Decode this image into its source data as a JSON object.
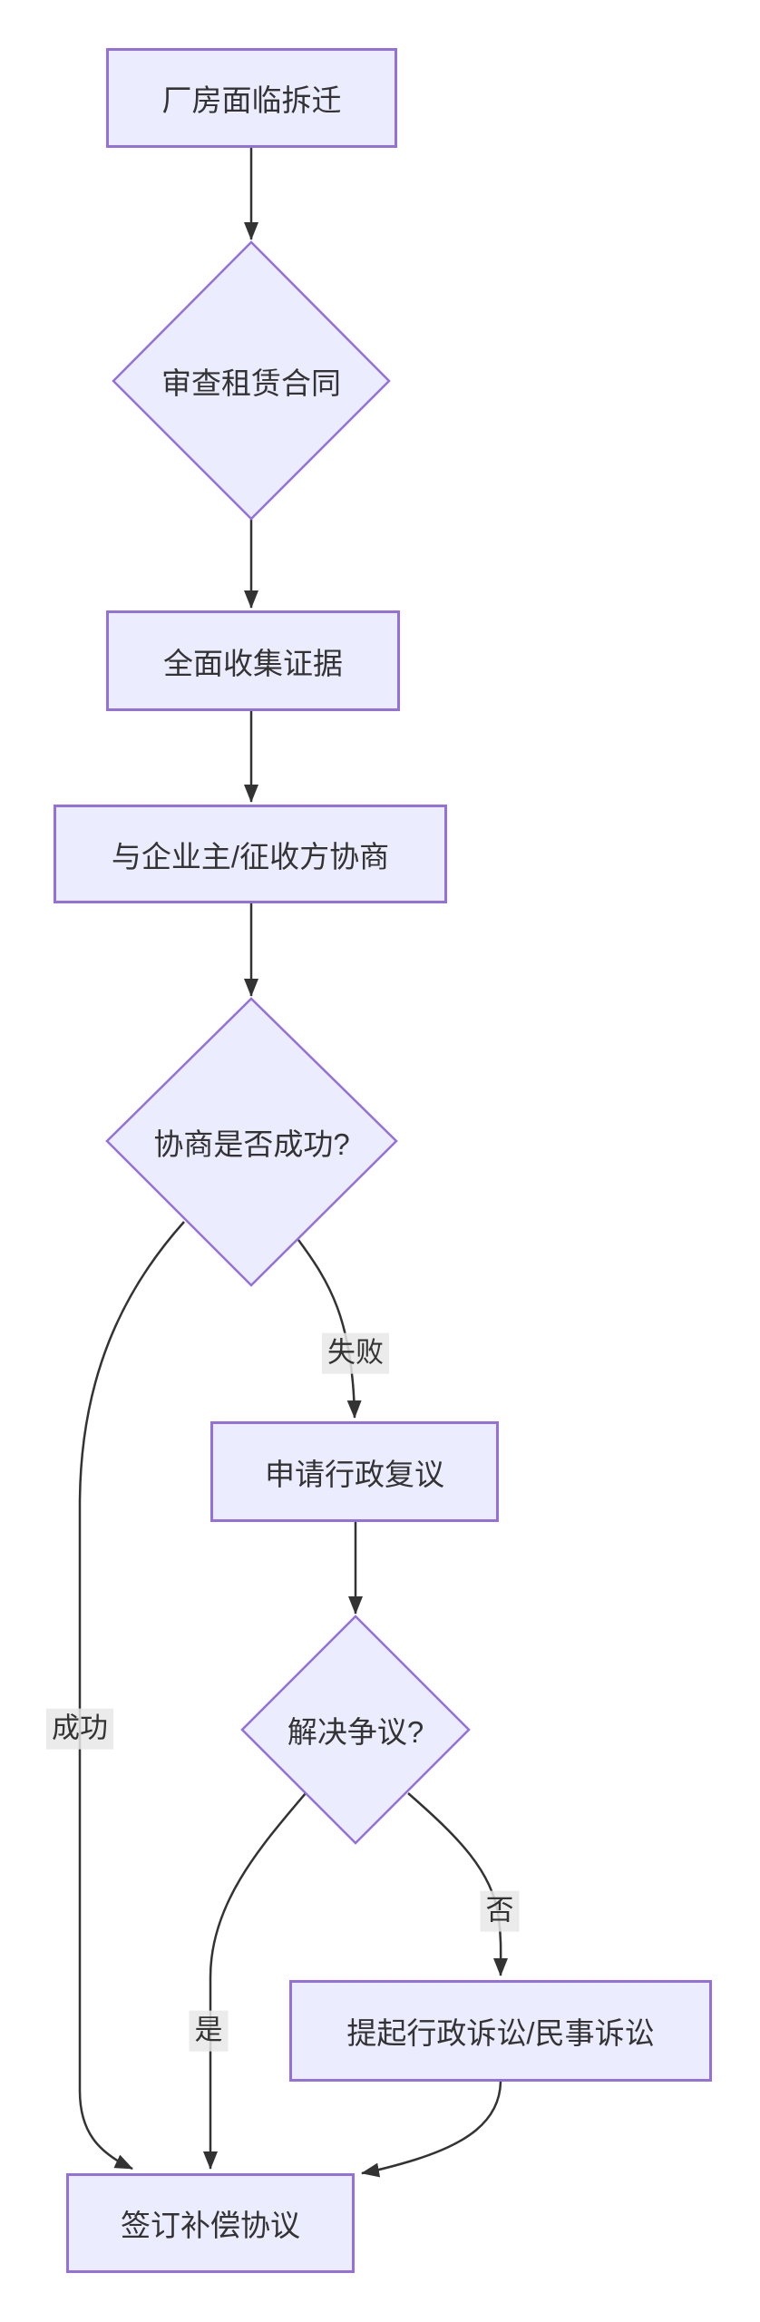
{
  "diagram": {
    "type": "flowchart",
    "direction": "top-down",
    "colors": {
      "node_fill": "#ECECFF",
      "node_border": "#9370DB",
      "edge_stroke": "#333333",
      "edge_label_bg": "#e8e8e8",
      "text": "#333333",
      "background": "#ffffff"
    },
    "nodes": [
      {
        "id": "start",
        "type": "rect",
        "label": "厂房面临拆迁"
      },
      {
        "id": "review",
        "type": "diamond",
        "label": "审查租赁合同"
      },
      {
        "id": "evidence",
        "type": "rect",
        "label": "全面收集证据"
      },
      {
        "id": "negotiate",
        "type": "rect",
        "label": "与企业主/征收方协商"
      },
      {
        "id": "success_q",
        "type": "diamond",
        "label": "协商是否成功?"
      },
      {
        "id": "reconsideration",
        "type": "rect",
        "label": "申请行政复议"
      },
      {
        "id": "resolve_q",
        "type": "diamond",
        "label": "解决争议?"
      },
      {
        "id": "litigation",
        "type": "rect",
        "label": "提起行政诉讼/民事诉讼"
      },
      {
        "id": "agreement",
        "type": "rect",
        "label": "签订补偿协议"
      }
    ],
    "edge_labels": [
      {
        "id": "fail",
        "text": "失败"
      },
      {
        "id": "success",
        "text": "成功"
      },
      {
        "id": "yes",
        "text": "是"
      },
      {
        "id": "no",
        "text": "否"
      }
    ],
    "edges": [
      {
        "from": "start",
        "to": "review",
        "label": ""
      },
      {
        "from": "review",
        "to": "evidence",
        "label": ""
      },
      {
        "from": "evidence",
        "to": "negotiate",
        "label": ""
      },
      {
        "from": "negotiate",
        "to": "success_q",
        "label": ""
      },
      {
        "from": "success_q",
        "to": "reconsideration",
        "label": "失败"
      },
      {
        "from": "success_q",
        "to": "agreement",
        "label": "成功"
      },
      {
        "from": "reconsideration",
        "to": "resolve_q",
        "label": ""
      },
      {
        "from": "resolve_q",
        "to": "agreement",
        "label": "是"
      },
      {
        "from": "resolve_q",
        "to": "litigation",
        "label": "否"
      },
      {
        "from": "litigation",
        "to": "agreement",
        "label": ""
      }
    ]
  }
}
